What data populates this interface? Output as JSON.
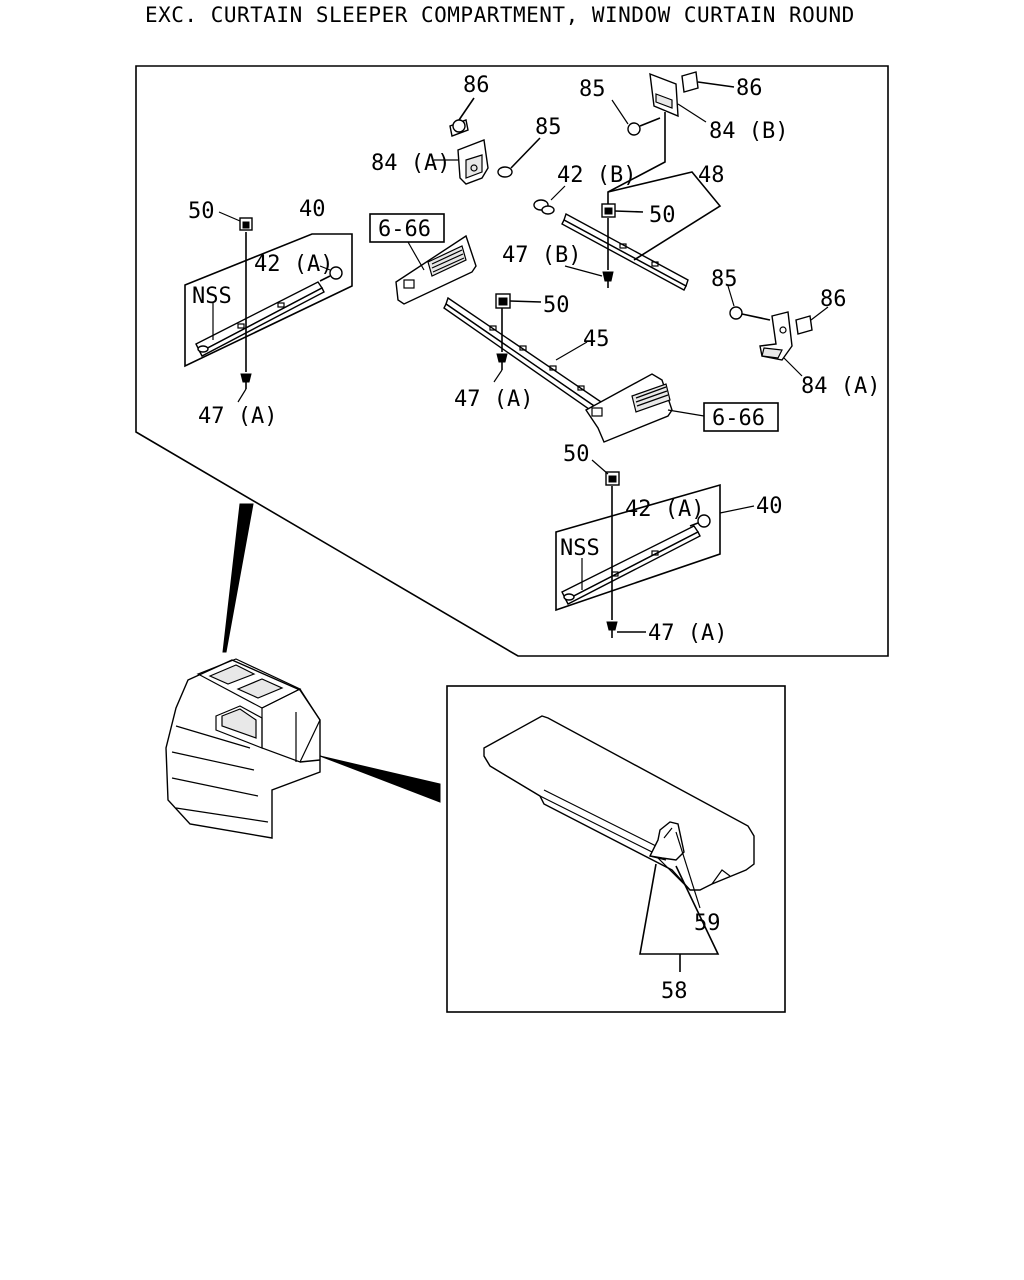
{
  "caption": "EXC. CURTAIN SLEEPER COMPARTMENT, WINDOW CURTAIN ROUND",
  "labels": {
    "l86_top": "86",
    "l85_top": "85",
    "l86_tr": "86",
    "l85_tr": "85",
    "l84a_top": "84 (A)",
    "l84b": "84 (B)",
    "l42b": "42 (B)",
    "l48": "48",
    "l50_mid": "50",
    "l47b": "47 (B)",
    "l50_left": "50",
    "l40_left": "40",
    "l42a_left": "42 (A)",
    "nss_left": "NSS",
    "l47a_left": "47 (A)",
    "ref_left": "6-66",
    "l50_center": "50",
    "l45": "45",
    "l47a_center": "47 (A)",
    "l85_right": "85",
    "l86_right": "86",
    "l84a_right": "84 (A)",
    "ref_right": "6-66",
    "l50_lower": "50",
    "l42a_lower": "42 (A)",
    "l40_lower": "40",
    "nss_lower": "NSS",
    "l47a_lower": "47 (A)",
    "l59": "59",
    "l58": "58"
  }
}
